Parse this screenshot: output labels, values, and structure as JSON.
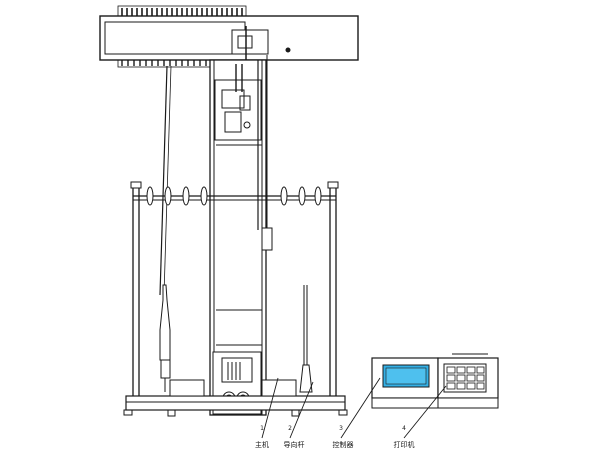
{
  "callouts": [
    {
      "number": "1",
      "label": "主机"
    },
    {
      "number": "2",
      "label": "导向杆"
    },
    {
      "number": "3",
      "label": "控制器"
    },
    {
      "number": "4",
      "label": "打印机"
    }
  ],
  "colors": {
    "line": "#1a1a1a",
    "screen": "#33b0e6",
    "background": "#ffffff"
  }
}
